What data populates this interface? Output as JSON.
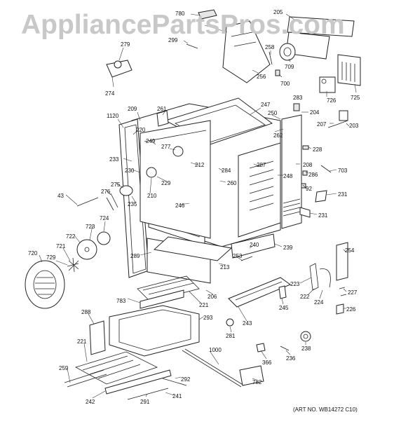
{
  "watermark": "AppliancePartsPros.com",
  "art_number": "(ART NO. WB14272 C10)",
  "callouts": [
    {
      "label": "780"
    },
    {
      "label": "205"
    },
    {
      "label": "299"
    },
    {
      "label": "258"
    },
    {
      "label": "709"
    },
    {
      "label": "256"
    },
    {
      "label": "700"
    },
    {
      "label": "279"
    },
    {
      "label": "274"
    },
    {
      "label": "726"
    },
    {
      "label": "725"
    },
    {
      "label": "283"
    },
    {
      "label": "204"
    },
    {
      "label": "247"
    },
    {
      "label": "250"
    },
    {
      "label": "262"
    },
    {
      "label": "207"
    },
    {
      "label": "203"
    },
    {
      "label": "209"
    },
    {
      "label": "261"
    },
    {
      "label": "1120"
    },
    {
      "label": "220"
    },
    {
      "label": "249"
    },
    {
      "label": "277"
    },
    {
      "label": "228"
    },
    {
      "label": "233"
    },
    {
      "label": "212"
    },
    {
      "label": "284"
    },
    {
      "label": "287"
    },
    {
      "label": "208"
    },
    {
      "label": "230"
    },
    {
      "label": "286"
    },
    {
      "label": "703"
    },
    {
      "label": "248"
    },
    {
      "label": "229"
    },
    {
      "label": "260"
    },
    {
      "label": "92"
    },
    {
      "label": "210"
    },
    {
      "label": "275"
    },
    {
      "label": "276"
    },
    {
      "label": "43"
    },
    {
      "label": "235"
    },
    {
      "label": "246"
    },
    {
      "label": "231"
    },
    {
      "label": "231"
    },
    {
      "label": "724"
    },
    {
      "label": "723"
    },
    {
      "label": "722"
    },
    {
      "label": "239"
    },
    {
      "label": "240"
    },
    {
      "label": "254"
    },
    {
      "label": "289"
    },
    {
      "label": "721"
    },
    {
      "label": "720"
    },
    {
      "label": "729"
    },
    {
      "label": "253"
    },
    {
      "label": "213"
    },
    {
      "label": "223"
    },
    {
      "label": "222"
    },
    {
      "label": "224"
    },
    {
      "label": "227"
    },
    {
      "label": "206"
    },
    {
      "label": "221"
    },
    {
      "label": "783"
    },
    {
      "label": "245"
    },
    {
      "label": "226"
    },
    {
      "label": "243"
    },
    {
      "label": "288"
    },
    {
      "label": "293"
    },
    {
      "label": "281"
    },
    {
      "label": "238"
    },
    {
      "label": "221"
    },
    {
      "label": "1000"
    },
    {
      "label": "366"
    },
    {
      "label": "236"
    },
    {
      "label": "259"
    },
    {
      "label": "292"
    },
    {
      "label": "782"
    },
    {
      "label": "242"
    },
    {
      "label": "291"
    },
    {
      "label": "241"
    }
  ]
}
